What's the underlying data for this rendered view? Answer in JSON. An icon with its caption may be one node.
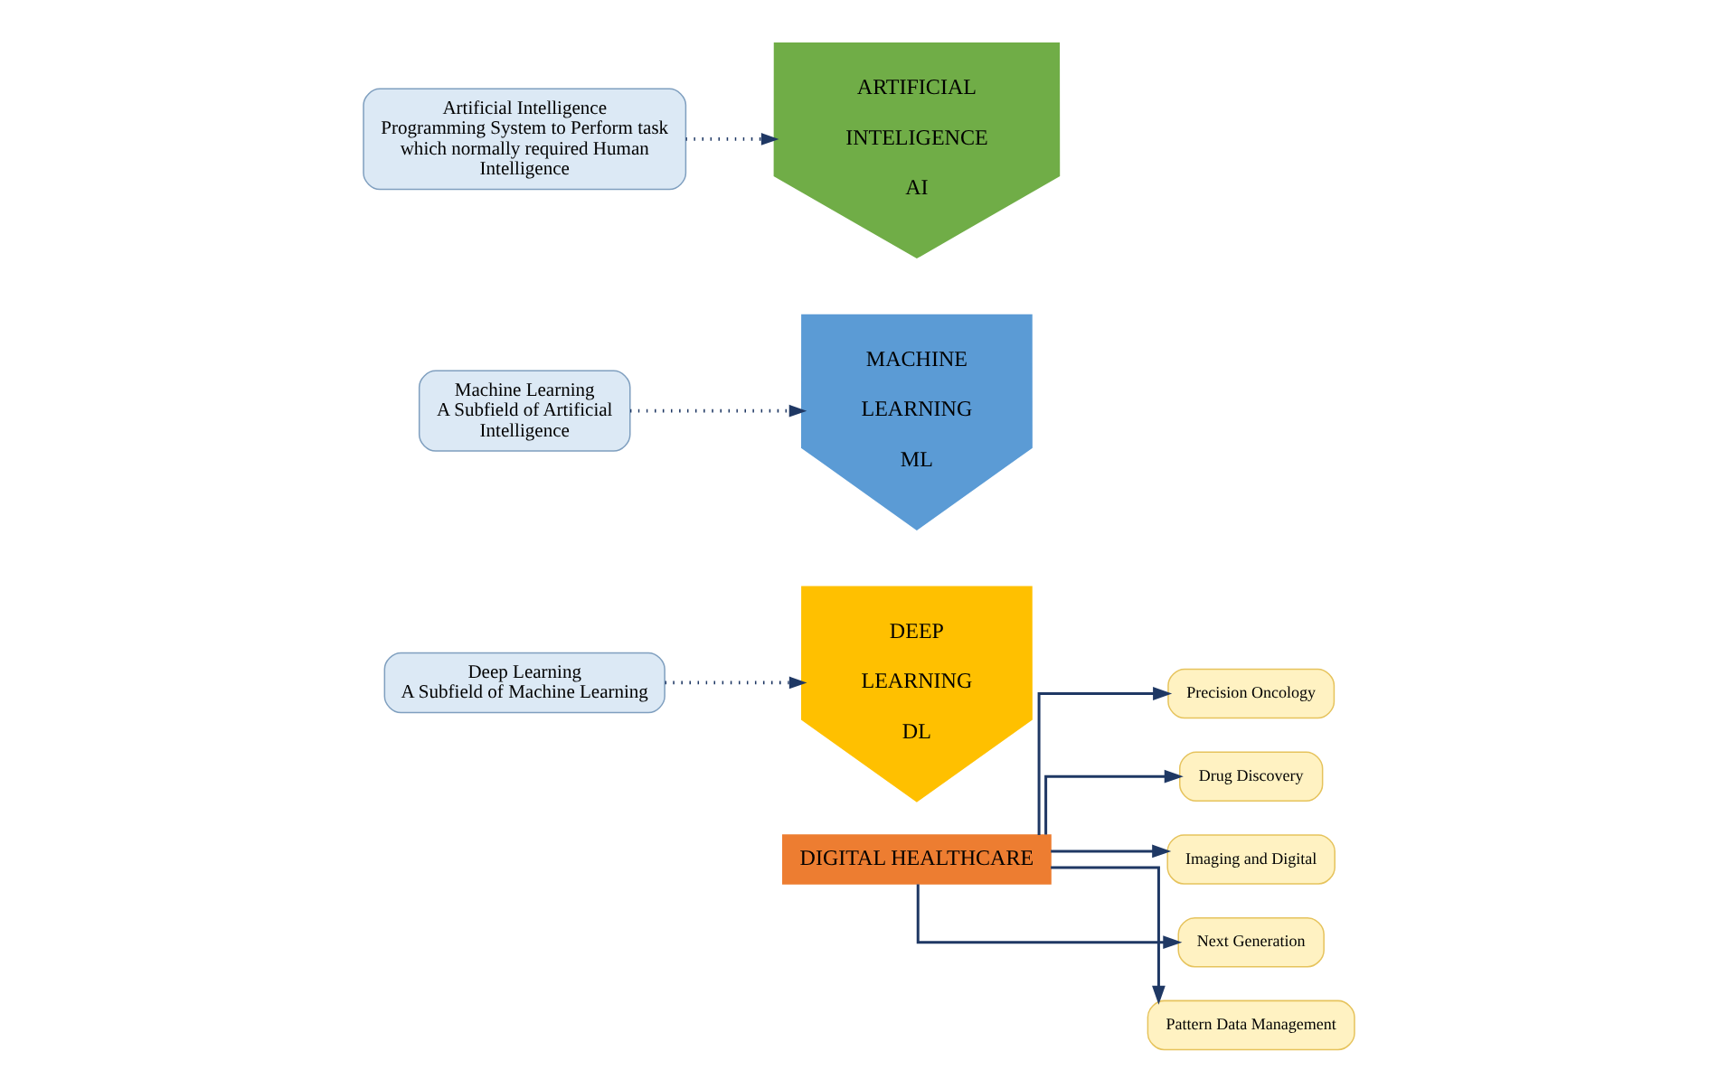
{
  "diagram": {
    "nodes": [
      {
        "text": [
          "Artificial Intelligence",
          "Programming System to Perform task which normally required Human Intelligence"
        ]
      },
      {
        "text": [
          "Machine Learning",
          "A Subfield of Artificial Intelligence"
        ]
      },
      {
        "text": [
          "Deep Learning",
          "A Subfield of Machine Learning"
        ]
      },
      {
        "text": [
          "ARTIFICIAL INTELIGENCE AI"
        ]
      },
      {
        "text": [
          "MACHINE LEARNING ML"
        ]
      },
      {
        "text": [
          "DEEP LEARNING DL"
        ]
      },
      {
        "text": [
          "DIGITAL HEALTHCARE"
        ]
      },
      {
        "text": [
          "Precision Oncology"
        ]
      },
      {
        "text": [
          "Drug Discovery"
        ]
      },
      {
        "text": [
          "Imaging and Digital"
        ]
      },
      {
        "text": [
          "Next Generation"
        ]
      },
      {
        "text": [
          "Pattern Data Management"
        ]
      }
    ],
    "edges": [
      {
        "from": 0,
        "to": 3,
        "arrow": "to",
        "style": "dashed"
      },
      {
        "from": 1,
        "to": 4,
        "arrow": "to",
        "style": "dashed"
      },
      {
        "from": 2,
        "to": 5,
        "arrow": "to",
        "style": "dashed"
      },
      {
        "from": 6,
        "to": 7,
        "arrow": "to"
      },
      {
        "from": 6,
        "to": 8,
        "arrow": "to"
      },
      {
        "from": 6,
        "to": 9,
        "arrow": "to"
      },
      {
        "from": 6,
        "to": 10,
        "arrow": "to"
      },
      {
        "from": 6,
        "to": 11,
        "arrow": "to"
      }
    ]
  }
}
